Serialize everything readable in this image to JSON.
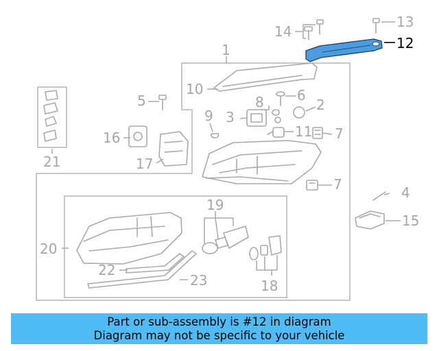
{
  "callouts": {
    "c1": "1",
    "c2": "2",
    "c3": "3",
    "c4": "4",
    "c5": "5",
    "c6": "6",
    "c7a": "7",
    "c7b": "7",
    "c8": "8",
    "c9": "9",
    "c10": "10",
    "c11": "11",
    "c12": "12",
    "c13": "13",
    "c14": "14",
    "c15": "15",
    "c16": "16",
    "c17": "17",
    "c18": "18",
    "c19": "19",
    "c20": "20",
    "c21": "21",
    "c22": "22",
    "c23": "23"
  },
  "highlight": {
    "part_number": "12",
    "color": "#4a9de0"
  },
  "banner": {
    "line1": "Part or sub-assembly is #12 in diagram",
    "line2": "Diagram may not be specific to your vehicle",
    "color": "#4fbcf5"
  }
}
